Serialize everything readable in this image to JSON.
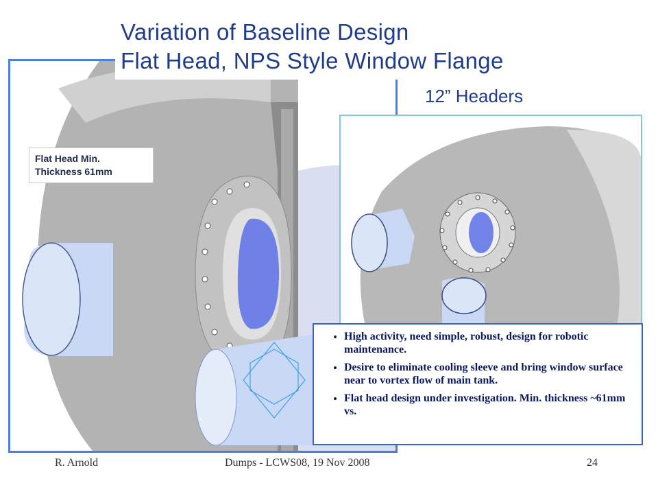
{
  "title": {
    "line1": "Variation of Baseline Design",
    "line2": "Flat Head, NPS Style Window Flange"
  },
  "subtitle": "12” Headers",
  "label": {
    "line1": "Flat Head Min.",
    "line2": "Thickness 61mm"
  },
  "bullets": [
    "High activity, need simple, robust, design for robotic maintenance.",
    "Desire to eliminate cooling sleeve and bring window surface near to vortex flow of main tank.",
    "Flat head design under investigation.  Min. thickness ~61mm vs."
  ],
  "footer": {
    "author": "R. Arnold",
    "center": "Dumps - LCWS08, 19 Nov 2008",
    "page": "24"
  },
  "colors": {
    "title": "#1f3c8c",
    "panel_border": "#4a7fe0",
    "model_face": "#b9b9b9",
    "pipe": "#c9d8f5",
    "window": "#5a6fe8"
  }
}
